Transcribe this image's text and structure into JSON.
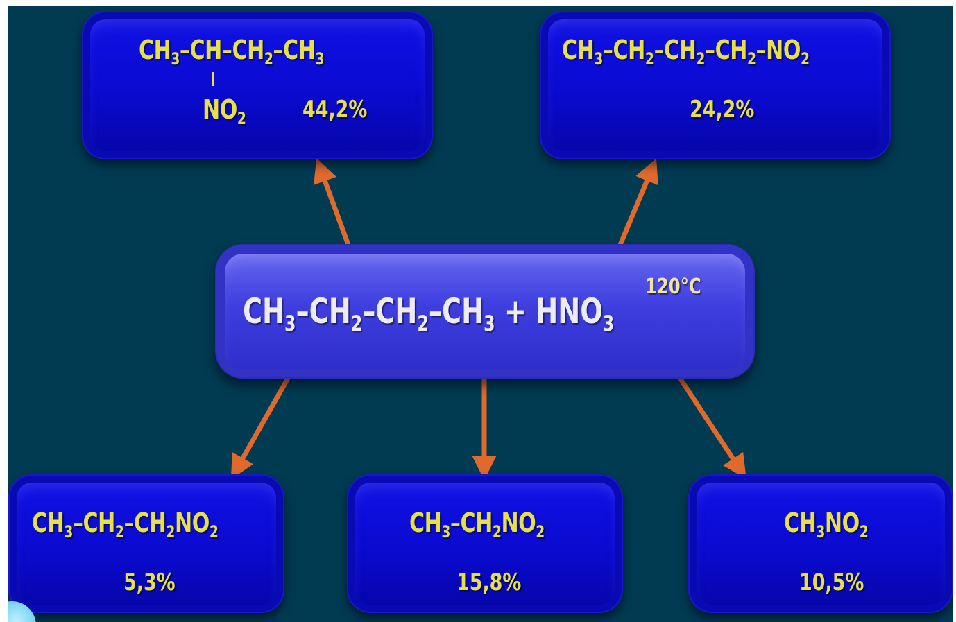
{
  "reaction": {
    "ch3": "CH",
    "ch3_sub": "3",
    "ch2a": "CH",
    "ch2a_sub": "2",
    "ch2b": "CH",
    "ch2b_sub": "2",
    "ch3b": "CH",
    "ch3b_sub": "3",
    "plus": "+",
    "hno3": "HNO",
    "hno3_sub": "3",
    "dash": "–",
    "condition": "120°C"
  },
  "products": [
    {
      "formula_a": "CH",
      "formula_a_sub": "3",
      "formula_b": "CH",
      "formula_c": "CH",
      "formula_c_sub": "2",
      "formula_d": "CH",
      "formula_d_sub": "3",
      "substituent": "NO",
      "substituent_sub": "2",
      "yield": "44,2%"
    },
    {
      "formula_a": "CH",
      "formula_a_sub": "3",
      "formula_b": "CH",
      "formula_b_sub": "2",
      "formula_c": "CH",
      "formula_c_sub": "2",
      "formula_d": "CH",
      "formula_d_sub": "2",
      "formula_e": "NO",
      "formula_e_sub": "2",
      "yield": "24,2%"
    },
    {
      "formula_a": "CH",
      "formula_a_sub": "3",
      "formula_b": "CH",
      "formula_b_sub": "2",
      "formula_c": "CH",
      "formula_c_sub": "2",
      "formula_d": "NO",
      "formula_d_sub": "2",
      "yield": "5,3%"
    },
    {
      "formula_a": "CH",
      "formula_a_sub": "3",
      "formula_b": "CH",
      "formula_b_sub": "2",
      "formula_c": "NO",
      "formula_c_sub": "2",
      "yield": "15,8%"
    },
    {
      "formula_a": "CH",
      "formula_a_sub": "3",
      "formula_b": "NO",
      "formula_b_sub": "2",
      "yield": "10,5%"
    }
  ],
  "colors": {
    "background": "#003b52",
    "box": "#0a0ad0",
    "center_box": "#3f3fe0",
    "formula_text": "#e6e04a",
    "reaction_text": "#ecebf6",
    "arrow": "#e06a2c"
  }
}
